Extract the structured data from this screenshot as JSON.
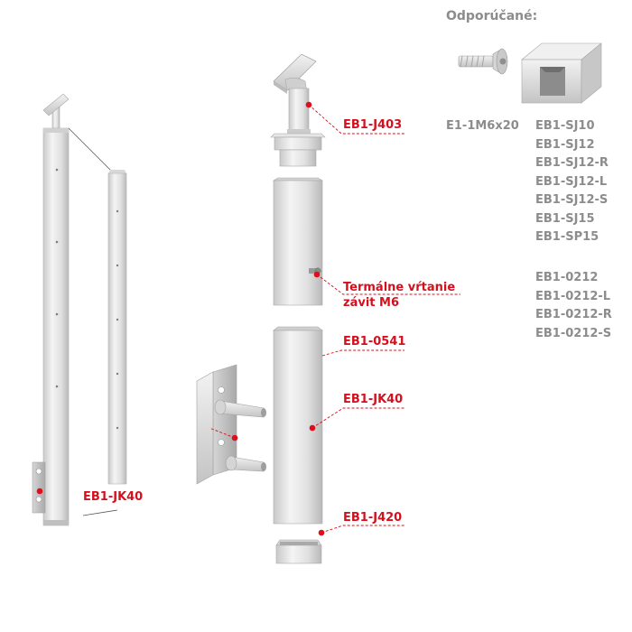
{
  "heading": "Odporúčané:",
  "screw_code": "E1-1M6x20",
  "recommended_group_1": [
    "EB1-SJ10",
    "EB1-SJ12",
    "EB1-SJ12-R",
    "EB1-SJ12-L",
    "EB1-SJ12-S",
    "EB1-SJ15",
    "EB1-SP15"
  ],
  "recommended_group_2": [
    "EB1-0212",
    "EB1-0212-L",
    "EB1-0212-R",
    "EB1-0212-S"
  ],
  "callouts": {
    "top_holder": "EB1-J403",
    "thread_line1": "Termálne vŕtanie",
    "thread_line2": "závit M6",
    "connector": "EB1-0541",
    "post": "EB1-JK40",
    "end_cap": "EB1-J420",
    "assembled_post": "EB1-JK40"
  },
  "colors": {
    "accent": "#d5101e",
    "secondary_text": "#8c8c8c",
    "metal_light": "#f1f1f1",
    "metal_shadow": "#bdbdbd"
  }
}
